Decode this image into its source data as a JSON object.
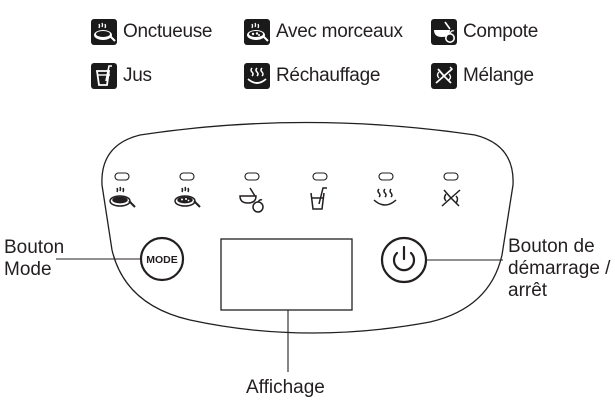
{
  "legend": [
    {
      "icon": "smooth-soup-icon",
      "label": "Onctueuse"
    },
    {
      "icon": "chunky-soup-icon",
      "label": "Avec morceaux"
    },
    {
      "icon": "compote-icon",
      "label": "Compote"
    },
    {
      "icon": "juice-icon",
      "label": "Jus"
    },
    {
      "icon": "reheat-icon",
      "label": "Réchauffage"
    },
    {
      "icon": "blend-icon",
      "label": "Mélange"
    }
  ],
  "panel": {
    "mode_button_label": "MODE",
    "power_button_icon": "power-icon",
    "program_icons": [
      "smooth-soup-icon",
      "chunky-soup-icon",
      "compote-icon",
      "juice-icon",
      "reheat-icon",
      "blend-icon"
    ]
  },
  "callouts": {
    "mode_button": [
      "Bouton",
      "Mode"
    ],
    "power_button": [
      "Bouton de",
      "démarrage /",
      "arrêt"
    ],
    "display": "Affichage"
  },
  "colors": {
    "ink": "#231f20",
    "icon_fill": "#1a1a1a"
  }
}
